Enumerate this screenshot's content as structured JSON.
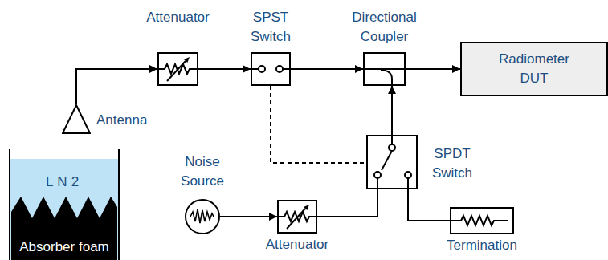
{
  "diagram": {
    "nodes": [
      {
        "text": [
          "Attenuator"
        ]
      },
      {
        "text": [
          "SPST Switch"
        ]
      },
      {
        "text": [
          "Directional Coupler"
        ]
      },
      {
        "text": [
          "Radiometer DUT"
        ]
      },
      {
        "text": [
          "Antenna"
        ]
      },
      {
        "text": [
          "SPDT Switch"
        ]
      },
      {
        "text": [
          "Noise Source"
        ]
      },
      {
        "text": [
          "LN2",
          "Absorber foam"
        ]
      },
      {
        "text": [
          "Attenuator"
        ]
      },
      {
        "text": [
          "Termination"
        ]
      }
    ],
    "edges": [
      {
        "from": 4,
        "to": 0,
        "arrow": "to"
      },
      {
        "from": 0,
        "to": 1,
        "arrow": "to"
      },
      {
        "from": 1,
        "to": 2,
        "arrow": "to"
      },
      {
        "from": 2,
        "to": 3,
        "arrow": "to"
      },
      {
        "from": 5,
        "to": 2,
        "arrow": "to"
      },
      {
        "from": 6,
        "to": 8,
        "arrow": "to"
      },
      {
        "from": 8,
        "to": 5,
        "arrow": "none"
      },
      {
        "from": 5,
        "to": 9,
        "arrow": "none"
      },
      {
        "from": 1,
        "to": 5,
        "arrow": "none"
      }
    ]
  }
}
